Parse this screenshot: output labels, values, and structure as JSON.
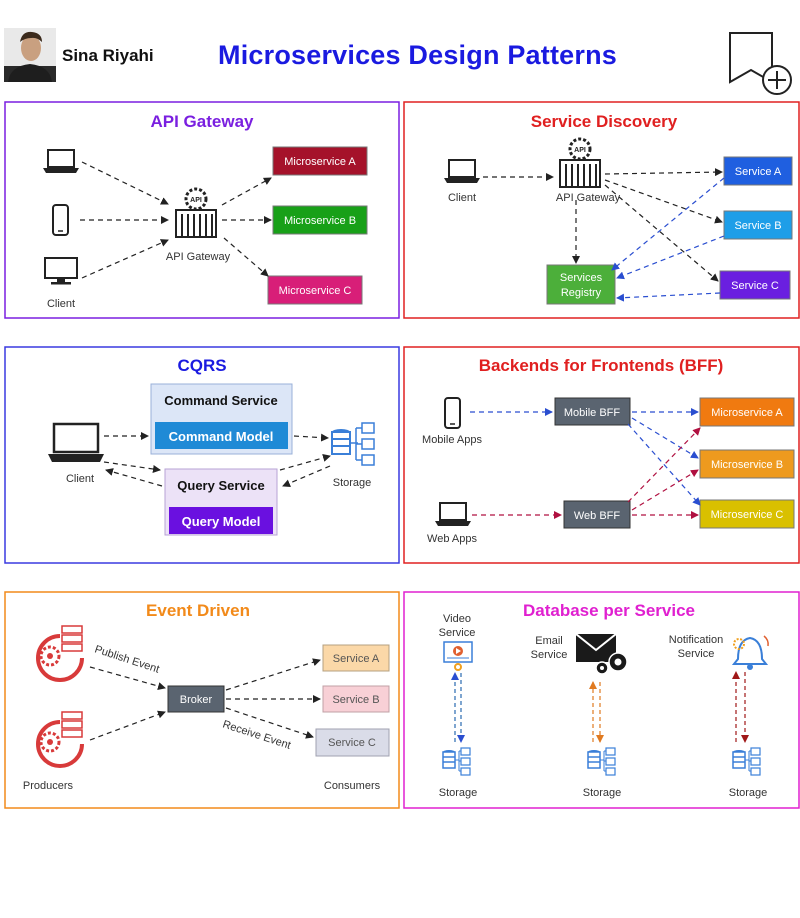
{
  "header": {
    "author_name": "Sina Riyahi",
    "title": "Microservices Design Patterns"
  },
  "colors": {
    "title_blue": "#1a1ae0",
    "purple_title": "#7a1fe0",
    "red_title": "#e02020",
    "cqrs_title": "#1a1ae0",
    "orange_title": "#f28a1a",
    "magenta_title": "#e020d0"
  },
  "api_gateway": {
    "title": "API Gateway",
    "gateway_label": "API Gateway",
    "client_label": "Client",
    "icon_text": "API",
    "services": [
      "Microservice A",
      "Microservice B",
      "Microservice C"
    ]
  },
  "service_discovery": {
    "title": "Service Discovery",
    "client_label": "Client",
    "gateway_label": "API Gateway",
    "icon_text": "API",
    "registry_label_1": "Services",
    "registry_label_2": "Registry",
    "services": [
      "Service A",
      "Service B",
      "Service C"
    ]
  },
  "cqrs": {
    "title": "CQRS",
    "command_service": "Command Service",
    "command_model": "Command Model",
    "query_service": "Query Service",
    "query_model": "Query Model",
    "client_label": "Client",
    "storage_label": "Storage"
  },
  "bff": {
    "title": "Backends for Frontends (BFF)",
    "mobile_apps": "Mobile Apps",
    "web_apps": "Web Apps",
    "mobile_bff": "Mobile BFF",
    "web_bff": "Web BFF",
    "services": [
      "Microservice A",
      "Microservice B",
      "Microservice C"
    ]
  },
  "event_driven": {
    "title": "Event Driven",
    "publish_event": "Publish Event",
    "receive_event": "Receive Event",
    "broker": "Broker",
    "producers": "Producers",
    "consumers": "Consumers",
    "services": [
      "Service A",
      "Service B",
      "Service C"
    ]
  },
  "db_per_service": {
    "title": "Database per Service",
    "video_1": "Video",
    "video_2": "Service",
    "email_1": "Email",
    "email_2": "Service",
    "notif_1": "Notification",
    "notif_2": "Service",
    "storage": "Storage"
  }
}
